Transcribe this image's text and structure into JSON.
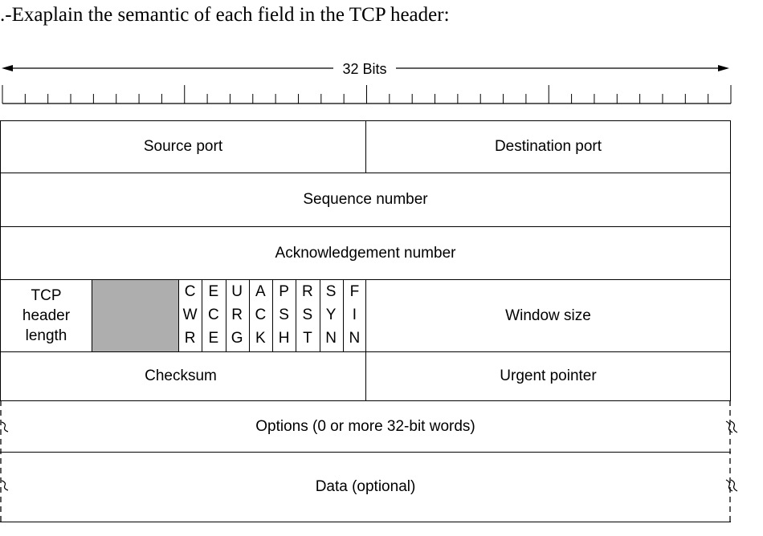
{
  "question": ".-Exaplain the semantic of each field in the TCP header:",
  "width_label": "32 Bits",
  "fields": {
    "source_port": "Source port",
    "destination_port": "Destination port",
    "sequence_number": "Sequence number",
    "acknowledgement_number": "Acknowledgement number",
    "tcp_header_length": [
      "TCP",
      "header",
      "length"
    ],
    "window_size": "Window size",
    "checksum": "Checksum",
    "urgent_pointer": "Urgent pointer",
    "options": "Options (0 or more 32-bit words)",
    "data": "Data (optional)"
  },
  "flags": [
    {
      "name": "CWR",
      "letters": [
        "C",
        "W",
        "R"
      ]
    },
    {
      "name": "ECE",
      "letters": [
        "E",
        "C",
        "E"
      ]
    },
    {
      "name": "URG",
      "letters": [
        "U",
        "R",
        "G"
      ]
    },
    {
      "name": "ACK",
      "letters": [
        "A",
        "C",
        "K"
      ]
    },
    {
      "name": "PSH",
      "letters": [
        "P",
        "S",
        "H"
      ]
    },
    {
      "name": "RST",
      "letters": [
        "R",
        "S",
        "T"
      ]
    },
    {
      "name": "SYN",
      "letters": [
        "S",
        "Y",
        "N"
      ]
    },
    {
      "name": "FIN",
      "letters": [
        "F",
        "I",
        "N"
      ]
    }
  ]
}
